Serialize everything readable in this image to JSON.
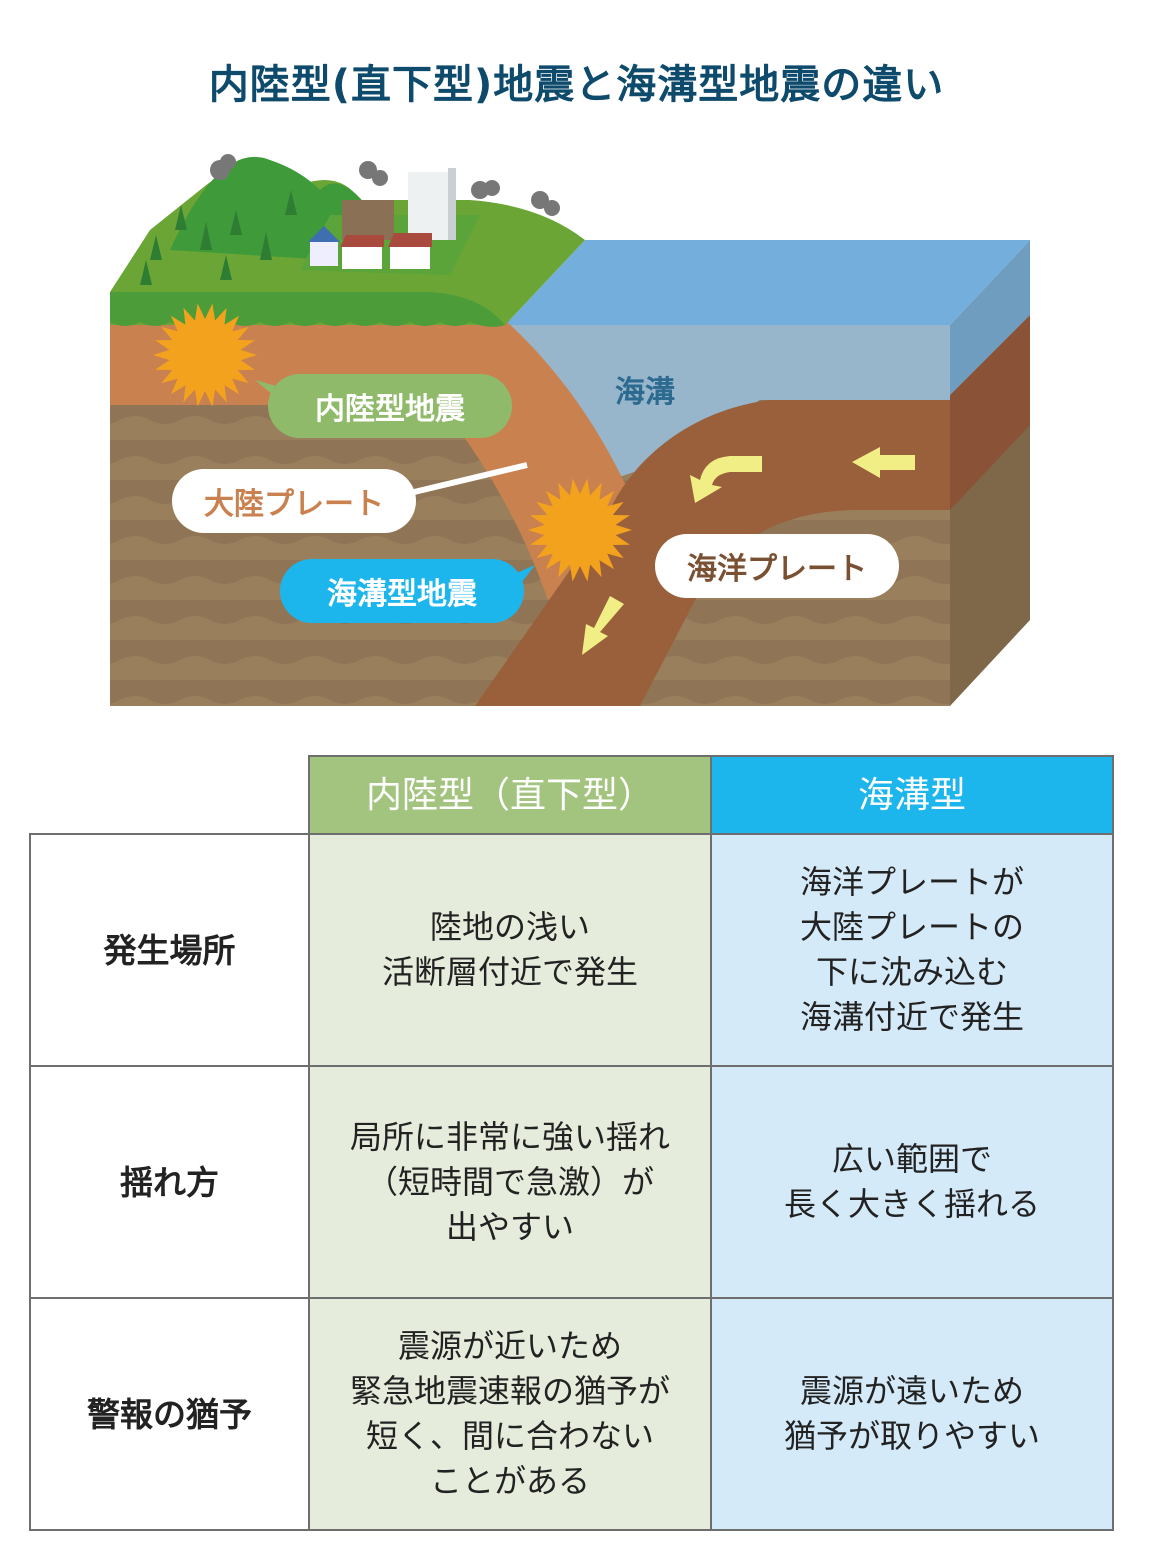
{
  "title": "内陸型(直下型)地震と海溝型地震の違い",
  "diagram": {
    "labels": {
      "inland_quake": "内陸型地震",
      "continental_plate": "大陸プレート",
      "trench": "海溝",
      "trench_quake": "海溝型地震",
      "oceanic_plate": "海洋プレート"
    },
    "colors": {
      "inland_quake_bubble": "#8fba6a",
      "trench_quake_bubble": "#1db6ec",
      "continental_plate": "#c9824f",
      "oceanic_plate": "#9a603c",
      "sea": "#74aedc",
      "epicenter": "#f3a21d",
      "arrow": "#f2ee86"
    }
  },
  "table": {
    "headers": [
      "内陸型（直下型）",
      "海溝型"
    ],
    "rows": [
      {
        "label": "発生場所",
        "inland": "陸地の浅い\n活断層付近で発生",
        "trench": "海洋プレートが\n大陸プレートの\n下に沈み込む\n海溝付近で発生"
      },
      {
        "label": "揺れ方",
        "inland": "局所に非常に強い揺れ\n（短時間で急激）が\n出やすい",
        "trench": "広い範囲で\n長く大きく揺れる"
      },
      {
        "label": "警報の猶予",
        "inland": "震源が近いため\n緊急地震速報の猶予が\n短く、間に合わない\nことがある",
        "trench": "震源が遠いため\n猶予が取りやすい"
      }
    ]
  }
}
